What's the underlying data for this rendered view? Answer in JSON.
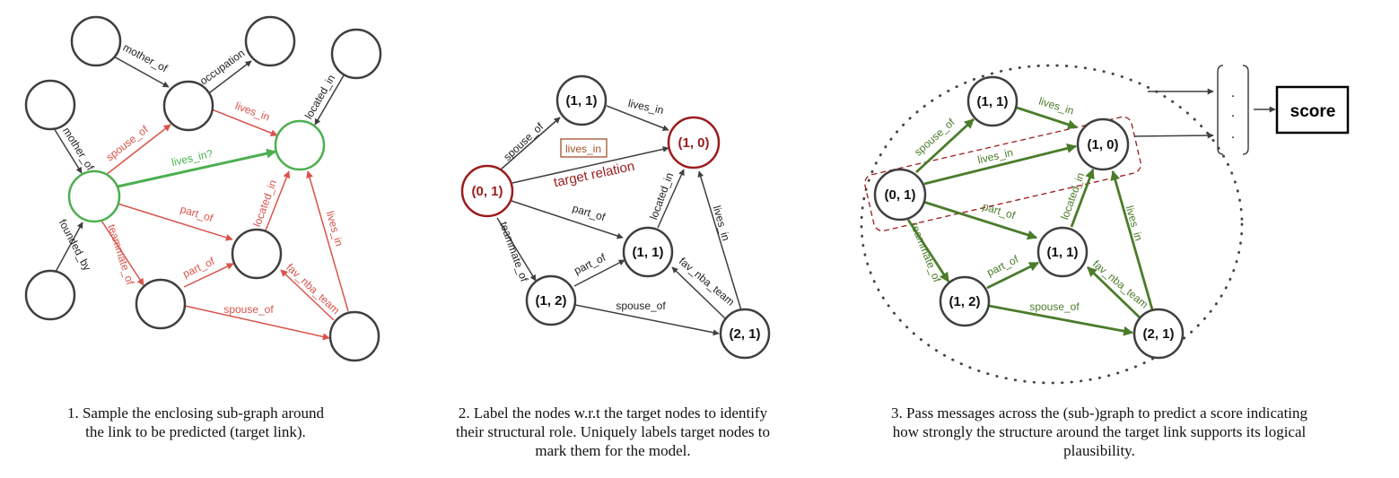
{
  "panel1": {
    "edges": {
      "mother_of_top": "mother_of",
      "occupation": "occupation",
      "located_in_top": "located_in",
      "mother_of_left": "mother_of",
      "founded_by": "founded_by",
      "spouse_of": "spouse_of",
      "lives_in_top": "lives_in",
      "lives_in_q": "lives_in?",
      "part_of_mid": "part_of",
      "teammate_of": "teammate_of",
      "part_of_low": "part_of",
      "located_in_mid": "located_in",
      "lives_in_right": "lives_in",
      "fav_nba_team": "fav_nba_team",
      "spouse_of_bottom": "spouse_of"
    },
    "caption": [
      "1. Sample the enclosing sub-graph around",
      "the link to be predicted (target link)."
    ]
  },
  "panel2": {
    "nodes": {
      "a": "(1, 1)",
      "b": "(1, 0)",
      "c": "(0, 1)",
      "d": "(1, 1)",
      "e": "(1, 2)",
      "f": "(2, 1)"
    },
    "edges": {
      "lives_in_top": "lives_in",
      "spouse_of": "spouse_of",
      "target_box": "lives_in",
      "target_relation": "target relation",
      "part_of_mid": "part_of",
      "located_in": "located_in",
      "lives_in_right": "lives_in",
      "teammate_of": "teammate_of",
      "part_of_low": "part_of",
      "fav_nba_team": "fav_nba_team",
      "spouse_of_bottom": "spouse_of"
    },
    "caption": [
      "2. Label the nodes w.r.t the target nodes to identify",
      "their structural role. Uniquely labels target nodes to",
      "mark them for the model."
    ]
  },
  "panel3": {
    "nodes": {
      "a": "(1, 1)",
      "b": "(1, 0)",
      "c": "(0, 1)",
      "d": "(1, 1)",
      "e": "(1, 2)",
      "f": "(2, 1)"
    },
    "edges": {
      "spouse_of": "spouse_of",
      "lives_in_top": "lives_in",
      "lives_in_mid": "lives_in",
      "part_of_mid": "part_of",
      "located_in": "located_in",
      "lives_in_right": "lives_in",
      "teammate_of": "teammate_of",
      "part_of_low": "part_of",
      "fav_nba_team": "fav_nba_team",
      "spouse_of_bottom": "spouse_of"
    },
    "ellipsis": ".",
    "score": "score",
    "caption": [
      "3. Pass messages across the (sub-)graph to predict a score indicating",
      "how strongly the structure around the target link supports its logical",
      "plausibility."
    ]
  },
  "colors": {
    "dark": "#3f3f3f",
    "red_edge": "#d9534a",
    "green_target": "#4caf50",
    "dark_red": "#9b1c1c",
    "dark_green": "#4a7c2a",
    "box_brown": "#a0522d"
  }
}
